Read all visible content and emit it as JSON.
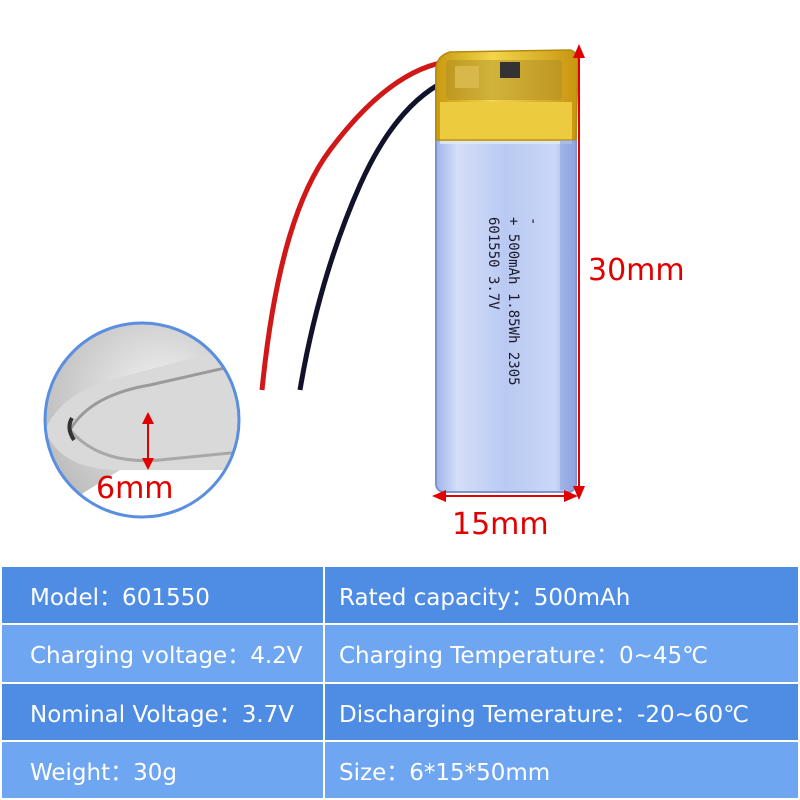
{
  "battery": {
    "label_line1": "-",
    "label_line2": "+ 500mAh 1.85Wh 2305",
    "label_model": "601550  3.7V"
  },
  "dimensions": {
    "height": "30mm",
    "width": "15mm",
    "thickness": "6mm"
  },
  "specs": [
    [
      "Model：601550",
      "Rated capacity：500mAh"
    ],
    [
      "Charging voltage：4.2V",
      "Charging Temperature：0~45℃"
    ],
    [
      "Nominal Voltage：3.7V",
      "Discharging Temerature：-20~60℃"
    ],
    [
      "Weight：30g",
      "Size：6*15*50mm"
    ]
  ],
  "colors": {
    "row_dark": "#4f8de5",
    "row_light": "#6fa6f1",
    "dimension_red": "#e00000",
    "tape_yellow": "#e8c020",
    "cell_blue": "#b8c8f0"
  }
}
